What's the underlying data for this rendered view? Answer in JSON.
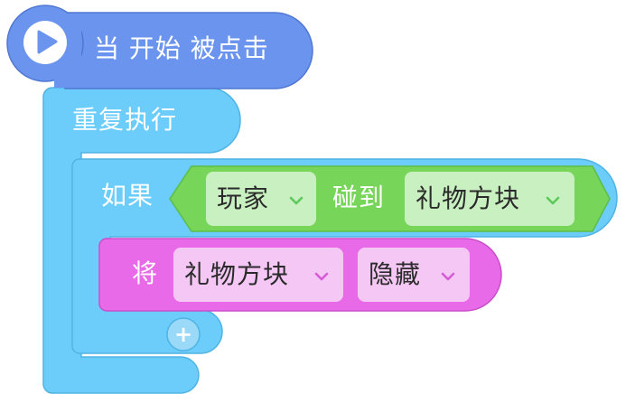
{
  "event_block": {
    "label": "当 开始 被点击",
    "icon": "play-icon"
  },
  "repeat_block": {
    "label": "重复执行"
  },
  "if_block": {
    "label": "如果",
    "condition": {
      "left_dropdown": "玩家",
      "operator": "碰到",
      "right_dropdown": "礼物方块"
    }
  },
  "set_block": {
    "label": "将",
    "target_dropdown": "礼物方块",
    "action_dropdown": "隐藏"
  },
  "add_button": {
    "symbol": "+"
  },
  "colors": {
    "event_blue": "#6b94ee",
    "control_light_blue": "#6ccdfa",
    "operator_green": "#77d65a",
    "looks_pink": "#e86ae8"
  }
}
